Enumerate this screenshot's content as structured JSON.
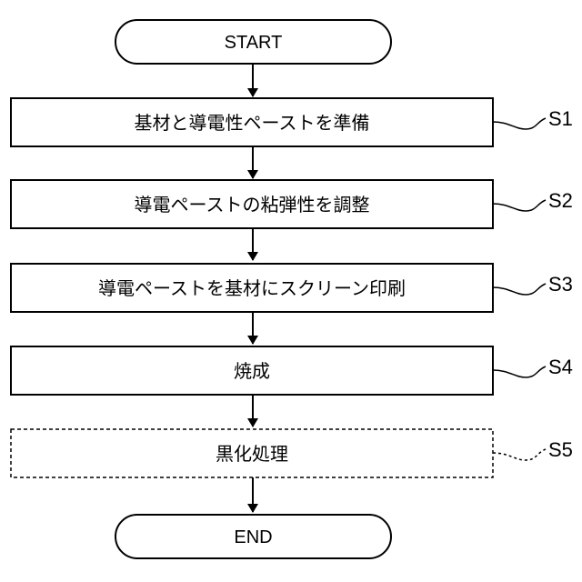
{
  "flowchart": {
    "start": {
      "label": "START"
    },
    "end": {
      "label": "END"
    },
    "steps": [
      {
        "id": "S1",
        "label": "基材と導電性ペーストを準備",
        "style": "solid"
      },
      {
        "id": "S2",
        "label": "導電ペーストの粘弾性を調整",
        "style": "solid"
      },
      {
        "id": "S3",
        "label": "導電ペーストを基材にスクリーン印刷",
        "style": "solid"
      },
      {
        "id": "S4",
        "label": "焼成",
        "style": "solid"
      },
      {
        "id": "S5",
        "label": "黒化処理",
        "style": "dashed"
      }
    ],
    "colors": {
      "stroke": "#000000",
      "background": "#ffffff"
    }
  }
}
